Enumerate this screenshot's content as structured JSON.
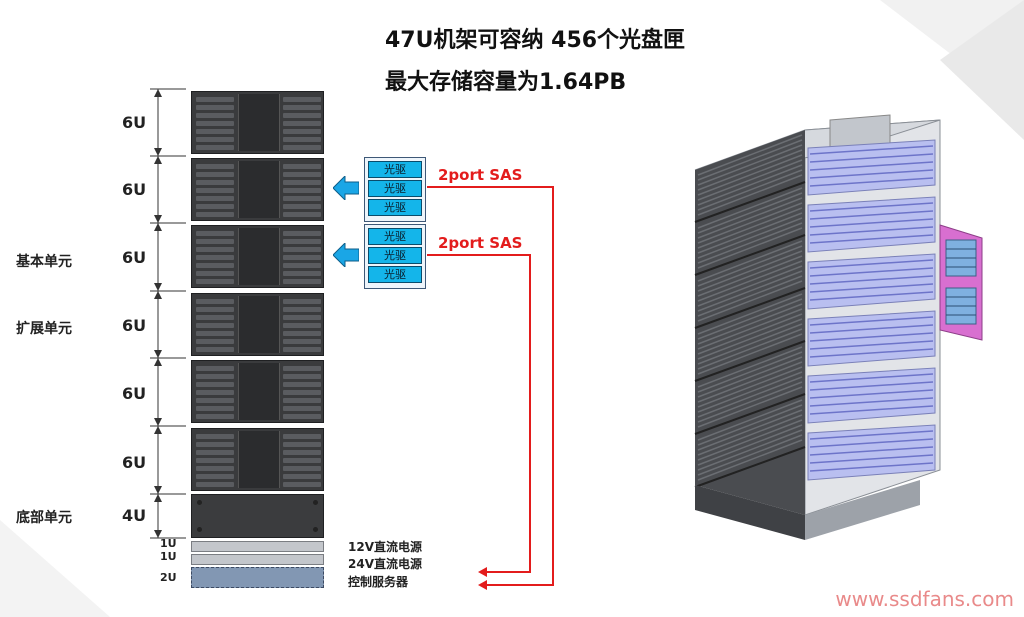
{
  "title_line1": "47U机架可容纳 456个光盘匣",
  "title_line2": "最大存储容量为1.64PB",
  "u_labels": [
    "6U",
    "6U",
    "6U",
    "6U",
    "6U",
    "6U",
    "4U"
  ],
  "unit_labels": {
    "basic": "基本单元",
    "expansion": "扩展单元",
    "bottom": "底部单元"
  },
  "small_u_labels": [
    "1U",
    "1U",
    "2U"
  ],
  "psu_labels": [
    "12V直流电源",
    "24V直流电源",
    "控制服务器"
  ],
  "drive_label": "光驱",
  "sas_label": "2port SAS",
  "watermark": "www.ssdfans.com",
  "colors": {
    "sas_line": "#e31c1c",
    "drive": "#14b5ea",
    "arrow": "#1aa6e6",
    "server": "#8297b3"
  }
}
